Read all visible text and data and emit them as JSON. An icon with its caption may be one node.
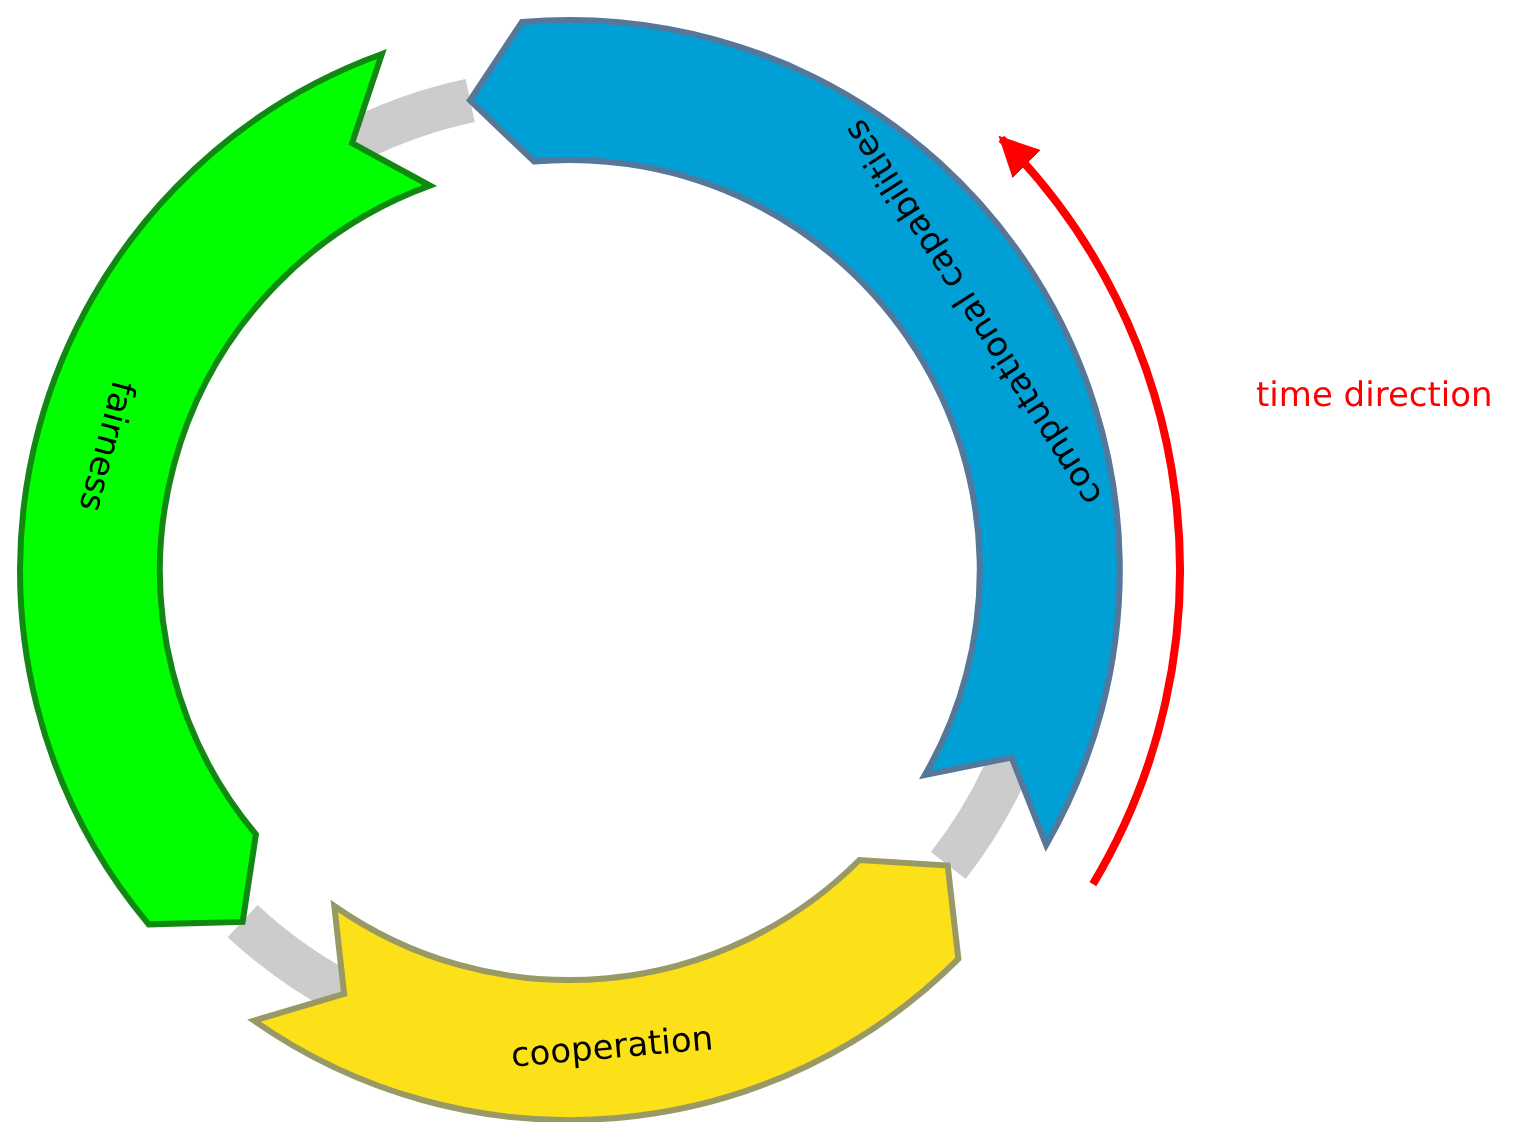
{
  "diagram": {
    "nodes": [
      {
        "text": [
          "fairness"
        ]
      },
      {
        "text": [
          "computational capabilities"
        ]
      },
      {
        "text": [
          "cooperation"
        ]
      }
    ],
    "edges": [
      {
        "from": 1,
        "to": 0,
        "arrow": "none"
      },
      {
        "from": 0,
        "to": 2,
        "arrow": "none"
      },
      {
        "from": 2,
        "to": 1,
        "arrow": "none"
      }
    ],
    "labels": [
      "time direction"
    ]
  }
}
